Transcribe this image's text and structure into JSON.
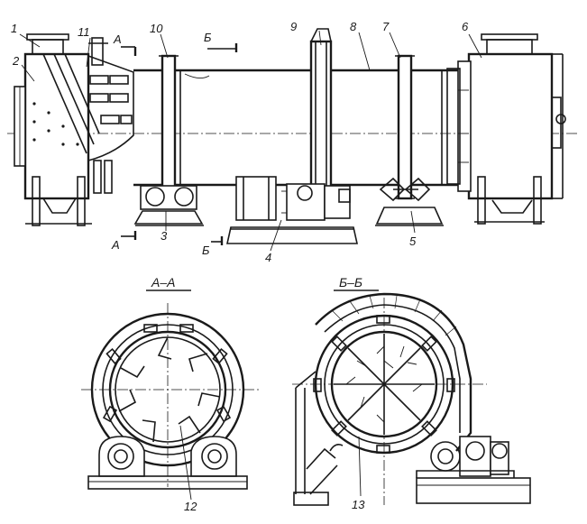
{
  "callouts": [
    {
      "id": "1",
      "label": "1"
    },
    {
      "id": "2",
      "label": "2"
    },
    {
      "id": "3",
      "label": "3"
    },
    {
      "id": "4",
      "label": "4"
    },
    {
      "id": "5",
      "label": "5"
    },
    {
      "id": "6",
      "label": "6"
    },
    {
      "id": "7",
      "label": "7"
    },
    {
      "id": "8",
      "label": "8"
    },
    {
      "id": "9",
      "label": "9"
    },
    {
      "id": "10",
      "label": "10"
    },
    {
      "id": "11",
      "label": "11"
    },
    {
      "id": "12",
      "label": "12"
    },
    {
      "id": "13",
      "label": "13"
    }
  ],
  "section_marks": {
    "a": "А",
    "b": "Б"
  },
  "section_titles": {
    "aa": "А–А",
    "bb": "Б–Б"
  },
  "colors": {
    "ink": "#1a1a1a",
    "paper": "#ffffff"
  }
}
